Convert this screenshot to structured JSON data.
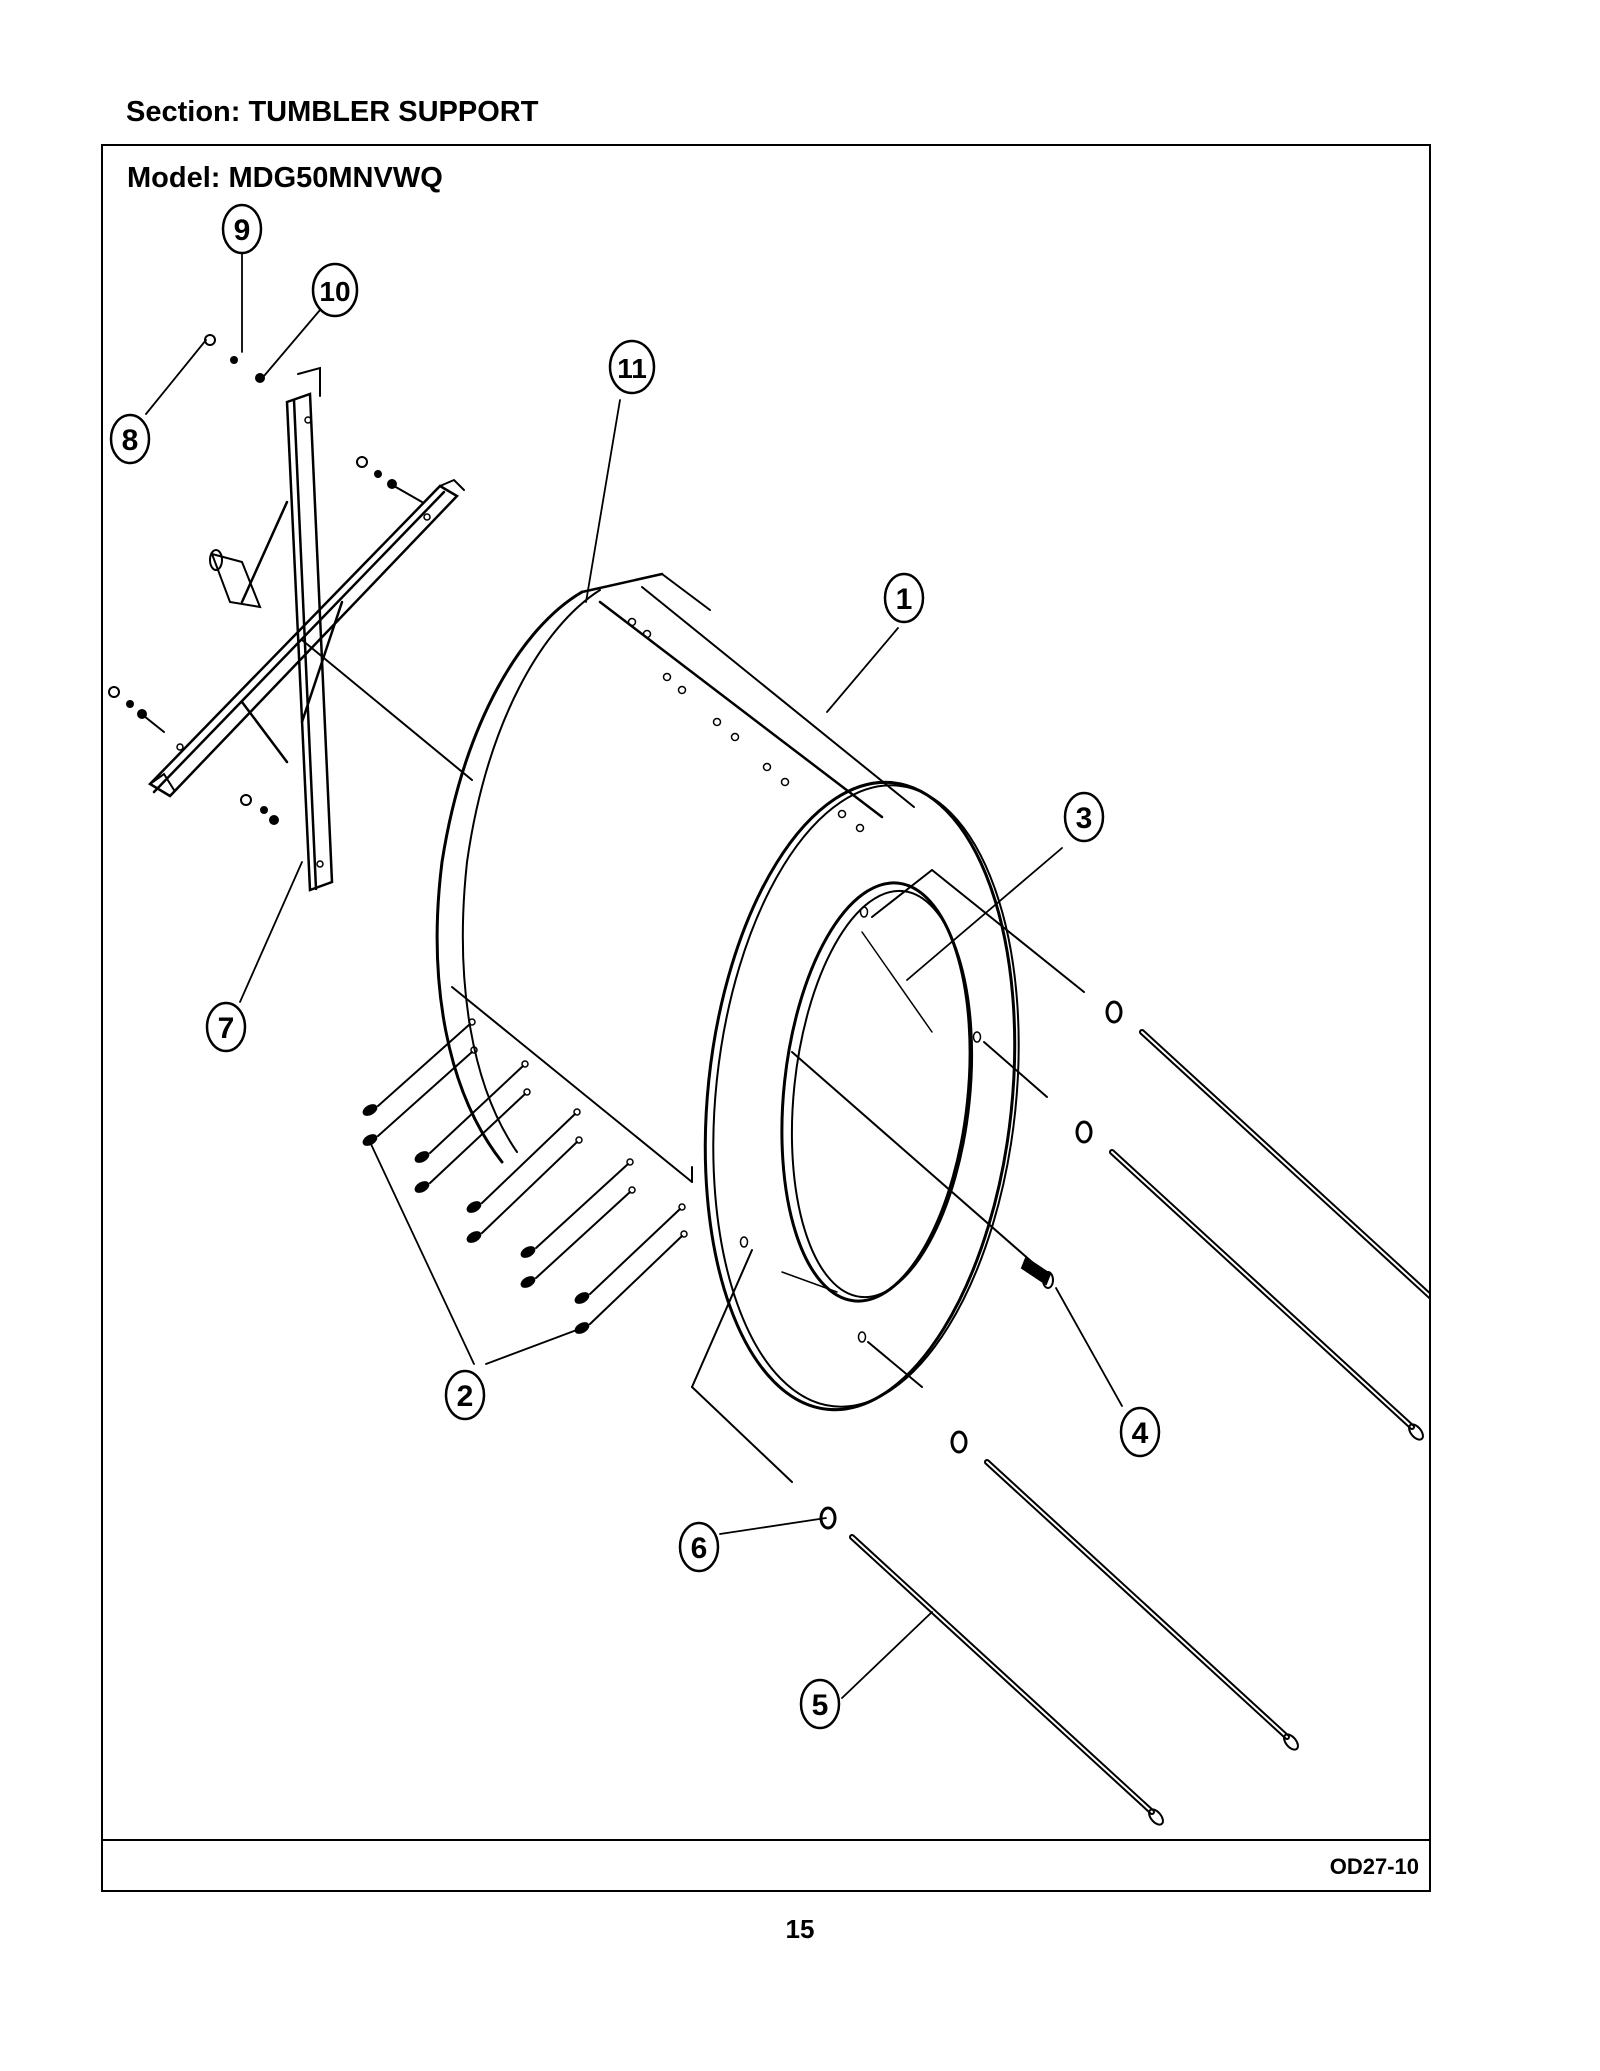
{
  "header": {
    "section_title": "Section:  TUMBLER SUPPORT"
  },
  "frame": {
    "model": "Model:  MDG50MNVWQ",
    "ref_code": "OD27-10"
  },
  "callouts": [
    "1",
    "2",
    "3",
    "4",
    "5",
    "6",
    "7",
    "8",
    "9",
    "10",
    "11"
  ],
  "footer": {
    "page_number": "15"
  }
}
